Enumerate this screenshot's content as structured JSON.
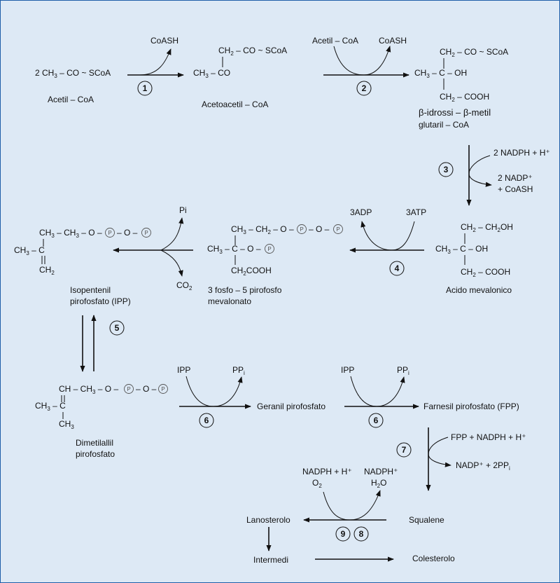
{
  "steps": {
    "s1": "1",
    "s2": "2",
    "s3": "3",
    "s4": "4",
    "s5": "5",
    "s6a": "6",
    "s6b": "6",
    "s7": "7",
    "s9": "9",
    "s8": "8"
  },
  "compounds": {
    "acetil_coa": "Acetil – CoA",
    "acetoacetil_coa": "Acetoacetil – CoA",
    "hmg_1": "β-idrossi – β-metil",
    "hmg_2": "glutaril – CoA",
    "acido_mevalonico": "Acido mevalonico",
    "fosfomev_1": "3 fosfo – 5 pirofosfo",
    "fosfomev_2": "mevalonato",
    "ipp_1": "Isopentenil",
    "ipp_2": "pirofosfato (IPP)",
    "dmap_1": "Dimetilallil",
    "dmap_2": "pirofosfato",
    "geranil": "Geranil pirofosfato",
    "farnesil": "Farnesil pirofosfato (FPP)",
    "squalene": "Squalene",
    "lanosterolo": "Lanosterolo",
    "intermedi": "Intermedi",
    "colesterolo": "Colesterolo"
  },
  "cofactors": {
    "coash_1": "CoASH",
    "acetil_in": "Acetil – CoA",
    "coash_2": "CoASH",
    "nadph_in": "2 NADPH + H⁺",
    "nadp_out": "2 NADP⁺",
    "coash_3": "+ CoASH",
    "atp": "3ATP",
    "adp": "3ADP",
    "pi": "Pi",
    "co2": "CO",
    "co2_sub": "2",
    "ipp_a": "IPP",
    "pp_a": "PP",
    "pp_a_sub": "i",
    "ipp_b": "IPP",
    "pp_b": "PP",
    "pp_b_sub": "i",
    "fpp_in": "FPP + NADPH + H⁺",
    "nadp_pp": "NADP⁺ + 2PP",
    "nadp_pp_sub": "i",
    "nadph_l": "NADPH + H⁺",
    "o2": "O",
    "o2_sub": "2",
    "nadph_r": "NADPH⁺",
    "h2o": "H",
    "h2o_sub": "2",
    "h2o_end": "O"
  },
  "structures": {
    "acetil_formula": "2 CH",
    "acetil_sub": "3",
    "acetil_rest": " – CO ~ SCoA",
    "aa_top": "CH",
    "aa_top_sub": "2",
    "aa_top_rest": " – CO ~ SCoA",
    "aa_bot": "CH",
    "aa_bot_sub": "3",
    "aa_bot_rest": " – CO",
    "hmg_top": "CH",
    "hmg_top_sub": "2",
    "hmg_top_rest": " – CO ~ SCoA",
    "hmg_mid": "CH",
    "hmg_mid_sub": "3",
    "hmg_mid_rest": " – C – OH",
    "hmg_bot": "CH",
    "hmg_bot_sub": "2",
    "hmg_bot_rest": " – COOH",
    "mev_top": "CH",
    "mev_top_sub": "2",
    "mev_top_rest": " – CH",
    "mev_top_sub2": "2",
    "mev_top_end": "OH",
    "mev_mid": "CH",
    "mev_mid_sub": "3",
    "mev_mid_rest": " – C – OH",
    "mev_bot": "CH",
    "mev_bot_sub": "2",
    "mev_bot_rest": " – COOH",
    "pm_top": "CH",
    "pm_top_sub": "3",
    "pm_top_rest": " – CH",
    "pm_top_sub2": "2",
    "pm_top_end": " – O –",
    "pm_mid": "CH",
    "pm_mid_sub": "3",
    "pm_mid_rest": " – C – O –",
    "pm_bot": "CH",
    "pm_bot_sub": "2",
    "pm_bot_rest": "COOH",
    "ipp_top": "CH",
    "ipp_top_sub": "3",
    "ipp_top_rest": " – CH",
    "ipp_top_sub2": "3",
    "ipp_top_end": " – O –",
    "ipp_mid": "CH",
    "ipp_mid_sub": "3",
    "ipp_mid_rest": " – C",
    "ipp_bot": "CH",
    "ipp_bot_sub": "2",
    "dm_top": "CH – CH",
    "dm_top_sub": "3",
    "dm_top_rest": " – O –",
    "dm_mid": "CH",
    "dm_mid_sub": "3",
    "dm_mid_rest": " – C",
    "dm_bot": "CH",
    "dm_bot_sub": "3",
    "p": "P",
    "o": "– O –"
  },
  "colors": {
    "background": "#dde9f5",
    "border": "#1f5ea8"
  }
}
